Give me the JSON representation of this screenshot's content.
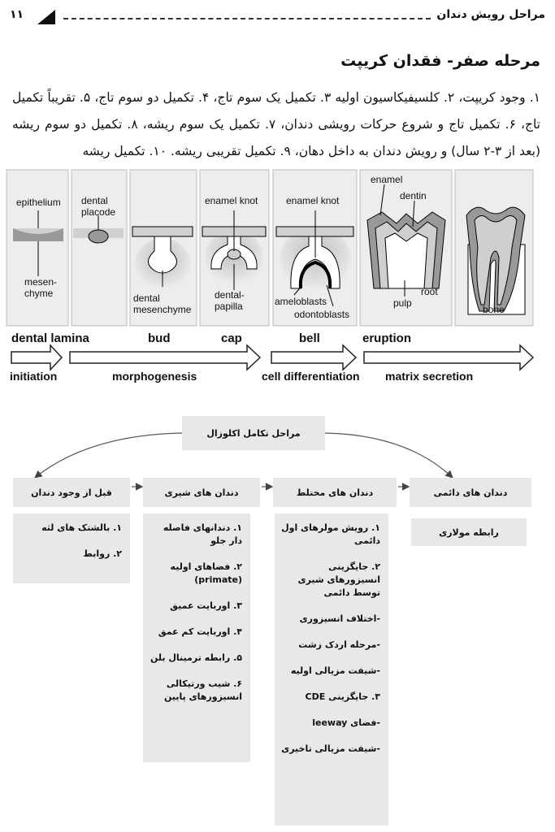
{
  "header": {
    "page_number": "۱۱",
    "chapter_title": "مراحل رویش دندان"
  },
  "section": {
    "title": "مرحله صفر- فقدان کریپت",
    "paragraph": "۱. وجود کریپت، ۲. کلسیفیکاسیون اولیه ۳. تکمیل یک سوم تاج، ۴. تکمیل دو سوم تاج، ۵. تقریباً تکمیل تاج، ۶. تکمیل تاج و شروع حرکات رویشی دندان، ۷. تکمیل یک سوم ریشه، ۸. تکمیل دو سوم ریشه (بعد از ۳-۲ سال) و رویش دندان به داخل دهان، ۹. تکمیل تقریبی ریشه. ۱۰. تکمیل ریشه"
  },
  "diagram": {
    "labels": {
      "epithelium": "epithelium",
      "mesenchyme": "mesen-\nchyme",
      "dental_placode": "dental\nplacode",
      "dental_mesenchyme": "dental\nmesenchyme",
      "enamel_knot_1": "enamel knot",
      "dental_papilla": "dental-\npapilla",
      "enamel_knot_2": "enamel knot",
      "ameloblasts": "ameloblasts",
      "odontoblasts": "odontoblasts",
      "enamel": "enamel",
      "dentin": "dentin",
      "root": "root",
      "pulp": "pulp",
      "bone": "bone"
    },
    "stages": [
      "dental lamina",
      "bud",
      "cap",
      "bell",
      "eruption"
    ],
    "phases": [
      "initiation",
      "morphogenesis",
      "cell differentiation",
      "matrix secretion"
    ]
  },
  "flow": {
    "root": "مراحل تکامل اکلوزال",
    "columns": [
      {
        "title": "قبل از وجود دندان",
        "items": [
          "۱. بالشتک های لثه",
          "۲. روابط"
        ]
      },
      {
        "title": "دندان های شیری",
        "items": [
          "۱. دندانهای فاصله دار جلو",
          "۲. فضاهای اولیه (primate)",
          "۳. اوربایت عمیق",
          "۴. اوربایت کم عمق",
          "۵. رابطه ترمینال بلن",
          "۶. شیب ورتیکالی انسیزورهای پایین"
        ]
      },
      {
        "title": "دندان های مختلط",
        "items": [
          "۱. رویش مولرهای اول دائمی",
          "۲. جایگزینی انسیزورهای شیری توسط دائمی",
          "-اختلاف انسیزوری",
          "-مرحله اردک زشت",
          "-شیفت مزیالی اولیه",
          "۳. جایگزینی CDE",
          "-فضای leeway",
          "-شیفت مزیالی تاخیری"
        ]
      },
      {
        "title": "دندان های دائمی",
        "items": [
          "رابطه مولاری"
        ]
      }
    ]
  }
}
